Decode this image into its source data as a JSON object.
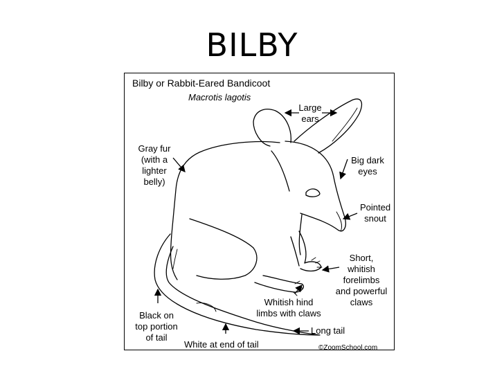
{
  "title": "BILBY",
  "diagram": {
    "heading": "Bilby or Rabbit-Eared Bandicoot",
    "scientific_name": "Macrotis lagotis",
    "labels": {
      "large_ears": "Large\nears",
      "gray_fur": "Gray fur\n(with a\nlighter\nbelly)",
      "big_dark_eyes": "Big dark\neyes",
      "pointed_snout": "Pointed\nsnout",
      "forelimbs": "Short,\nwhitish\nforelimbs\nand powerful\nclaws",
      "hind_limbs": "Whitish hind\nlimbs with claws",
      "black_tail": "Black on\ntop portion\nof tail",
      "long_tail": "Long tail",
      "white_tail_end": "White at end of tail"
    },
    "credit": "©ZoomSchool.com"
  }
}
